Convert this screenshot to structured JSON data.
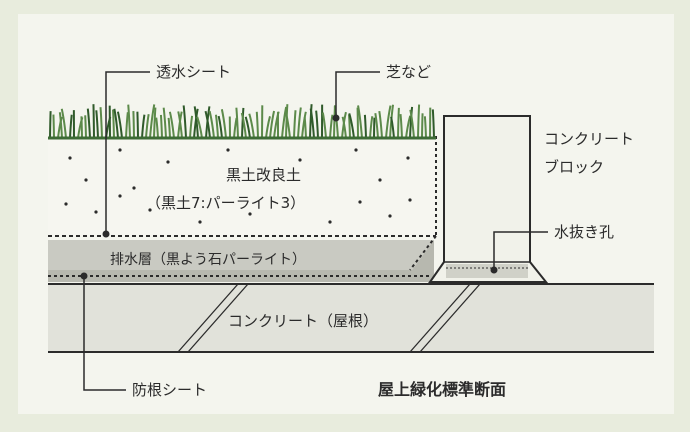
{
  "labels": {
    "permeable_sheet": "透水シート",
    "turf": "芝など",
    "concrete_block_1": "コンクリート",
    "concrete_block_2": "ブロック",
    "drain_hole": "水抜き孔",
    "soil_1": "黒土改良土",
    "soil_2": "（黒土7:パーライト3）",
    "drain_layer": "排水層（黒よう石パーライト）",
    "roof_concrete": "コンクリート（屋根）",
    "waterproof_sheet": "防根シート",
    "caption": "屋上緑化標準断面"
  },
  "colors": {
    "background": "#e8ecdd",
    "panel": "#f4f5ee",
    "grass": "#5c8a4a",
    "soil": "#f6f6f0",
    "drain_layer": "#c9cac2",
    "concrete": "#e1e2da",
    "line": "#2b2b2b"
  }
}
